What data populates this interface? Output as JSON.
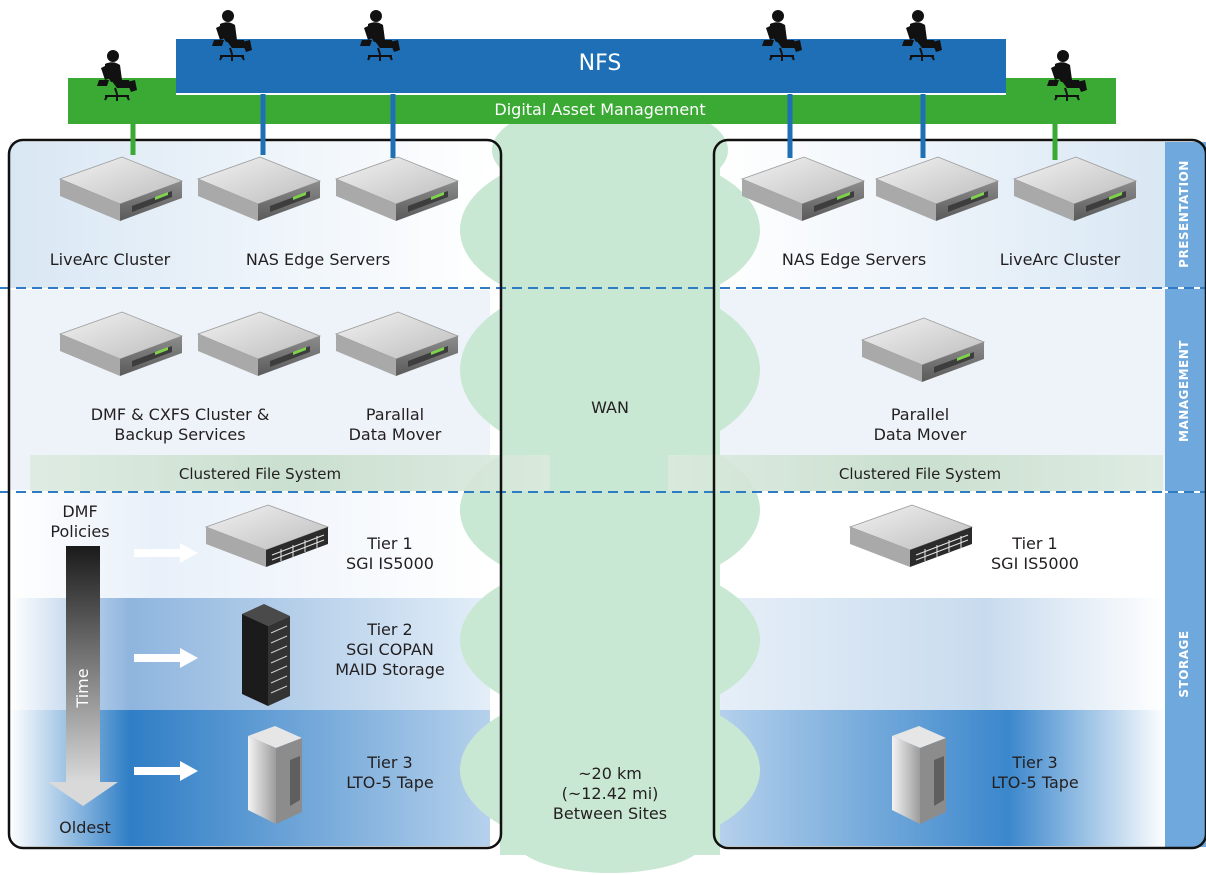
{
  "top_bars": {
    "nfs": "NFS",
    "dam": "Digital Asset Management"
  },
  "layers": {
    "presentation": "PRESENTATION",
    "management": "MANAGEMENT",
    "storage": "STORAGE"
  },
  "center": {
    "wan": "WAN",
    "distance": [
      "~20 km",
      "(~12.42 mi)",
      "Between Sites"
    ]
  },
  "left_site": {
    "livearc": "LiveArc Cluster",
    "nas": "NAS Edge Servers",
    "dmf_cluster": [
      "DMF & CXFS Cluster &",
      "Backup Services"
    ],
    "data_mover": [
      "Parallal",
      "Data Mover"
    ],
    "cfs": "Clustered File System",
    "policies": [
      "DMF",
      "Policies"
    ],
    "time": "Time",
    "oldest": "Oldest",
    "tier1": [
      "Tier 1",
      "SGI IS5000"
    ],
    "tier2": [
      "Tier 2",
      "SGI COPAN",
      "MAID Storage"
    ],
    "tier3": [
      "Tier 3",
      "LTO-5 Tape"
    ]
  },
  "right_site": {
    "nas": "NAS Edge Servers",
    "livearc": "LiveArc Cluster",
    "data_mover": [
      "Parallel",
      "Data Mover"
    ],
    "cfs": "Clustered File System",
    "tier1": [
      "Tier 1",
      "SGI IS5000"
    ],
    "tier3": [
      "Tier 3",
      "LTO-5 Tape"
    ]
  },
  "colors": {
    "nfs_bar": "#1f6fb6",
    "dam_bar": "#3aaa35",
    "wan_cloud": "#c9e8d3",
    "side_bar": "#6ea8dc",
    "dashed_line": "#2e7dc4",
    "tier_dark": "#1f6fb6"
  }
}
